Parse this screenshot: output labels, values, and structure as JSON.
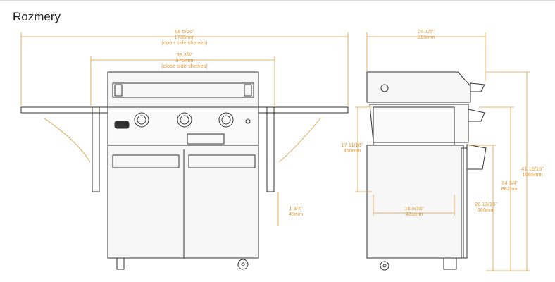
{
  "section": {
    "title": "Rozmery"
  },
  "dimensions": {
    "open_width_in": "68 5/16\"",
    "open_width_mm": "1735mm",
    "open_width_note": "(open side shelves)",
    "closed_width_in": "38 3/8\"",
    "closed_width_mm": "975mm",
    "closed_width_note": "(close side shelves)",
    "depth_in": "24 1/8\"",
    "depth_mm": "613mm",
    "left_height_in": "17 11/16\"",
    "left_height_mm": "450mm",
    "bottom_depth_in": "16 9/16\"",
    "bottom_depth_mm": "421mm",
    "floor_clearance_in": "1 3/4\"",
    "floor_clearance_mm": "45mm",
    "total_height_in": "41 15/16\"",
    "total_height_mm": "1065mm",
    "counter_height_in": "34 3/4\"",
    "counter_height_mm": "882mm",
    "cart_height_in": "26 13/16\"",
    "cart_height_mm": "680mm"
  },
  "colors": {
    "dimension_lines": "#e09a3a",
    "drawing_lines": "#333333"
  }
}
